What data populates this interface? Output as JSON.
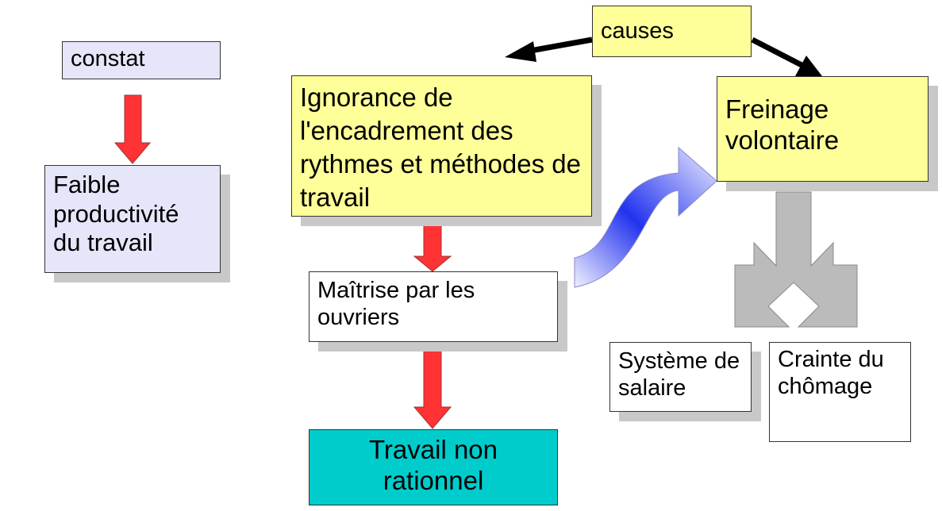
{
  "colors": {
    "lavender": "#e6e6fa",
    "yellow": "#ffff99",
    "teal": "#00cccc",
    "white": "#ffffff",
    "red_arrow": "#ff3333",
    "gray_arrow": "#bbbbbb",
    "blue_arrow": "#2233ee"
  },
  "nodes": {
    "constat": "constat",
    "faible": "Faible productivité du travail",
    "causes": "causes",
    "ignorance": "Ignorance de l'encadrement des rythmes et méthodes de travail",
    "freinage": "Freinage volontaire",
    "maitrise": "Maîtrise par les ouvriers",
    "travail": "Travail non rationnel",
    "systeme": "Système de salaire",
    "crainte": "Crainte du chômage"
  },
  "icons": {
    "red_arrow": "down-arrow-icon",
    "curved_arrow": "curved-right-arrow-icon",
    "split_arrow": "split-arrow-icon",
    "black_arrow": "arrow-icon"
  }
}
